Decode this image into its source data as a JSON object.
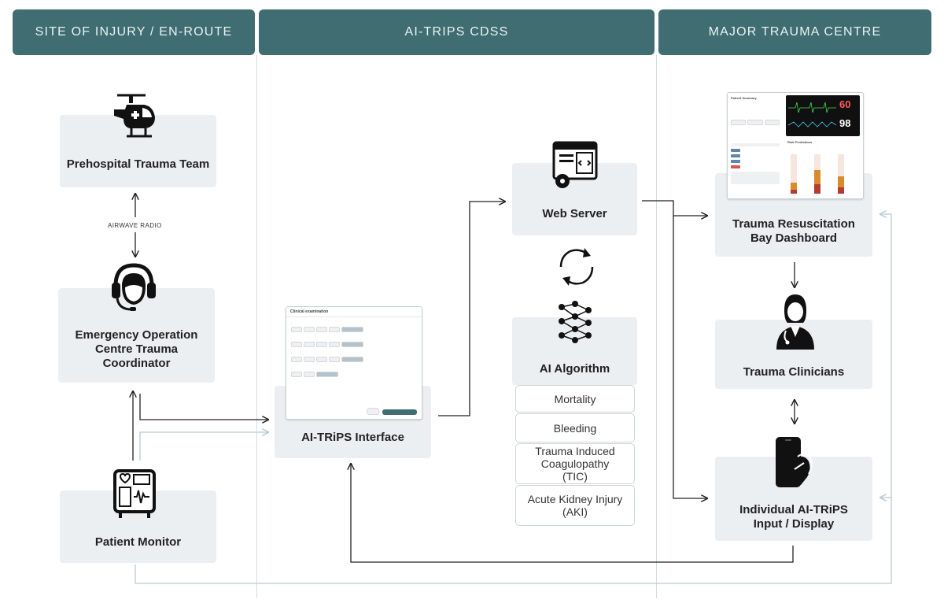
{
  "columns": [
    {
      "title": "SITE OF INJURY / EN-ROUTE"
    },
    {
      "title": "AI-TRIPS CDSS"
    },
    {
      "title": "MAJOR TRAUMA CENTRE"
    }
  ],
  "nodes": {
    "prehospital": "Prehospital Trauma Team",
    "airwave": "AIRWAVE RADIO",
    "eoc": "Emergency Operation Centre Trauma Coordinator",
    "patient_monitor": "Patient Monitor",
    "interface": "AI-TRiPS Interface",
    "web_server": "Web Server",
    "ai_algorithm": "AI Algorithm",
    "dashboard": "Trauma Resuscitation Bay Dashboard",
    "clinicians": "Trauma Clinicians",
    "individual": "Individual AI-TRiPS Input / Display"
  },
  "risks": [
    "Mortality",
    "Bleeding",
    "Trauma Induced Coagulopathy (TIC)",
    "Acute Kidney Injury (AKI)"
  ],
  "interface_mock": {
    "title": "Clinical examination"
  },
  "dashboard_mock": {
    "title": "Patient Summary",
    "hr": "60",
    "spo2": "98",
    "risk_title": "Risk Predictions"
  },
  "colors": {
    "header": "#3f6d71",
    "box": "#eceff2",
    "arrow": "#222222",
    "light_arrow": "#b9c9d3"
  }
}
